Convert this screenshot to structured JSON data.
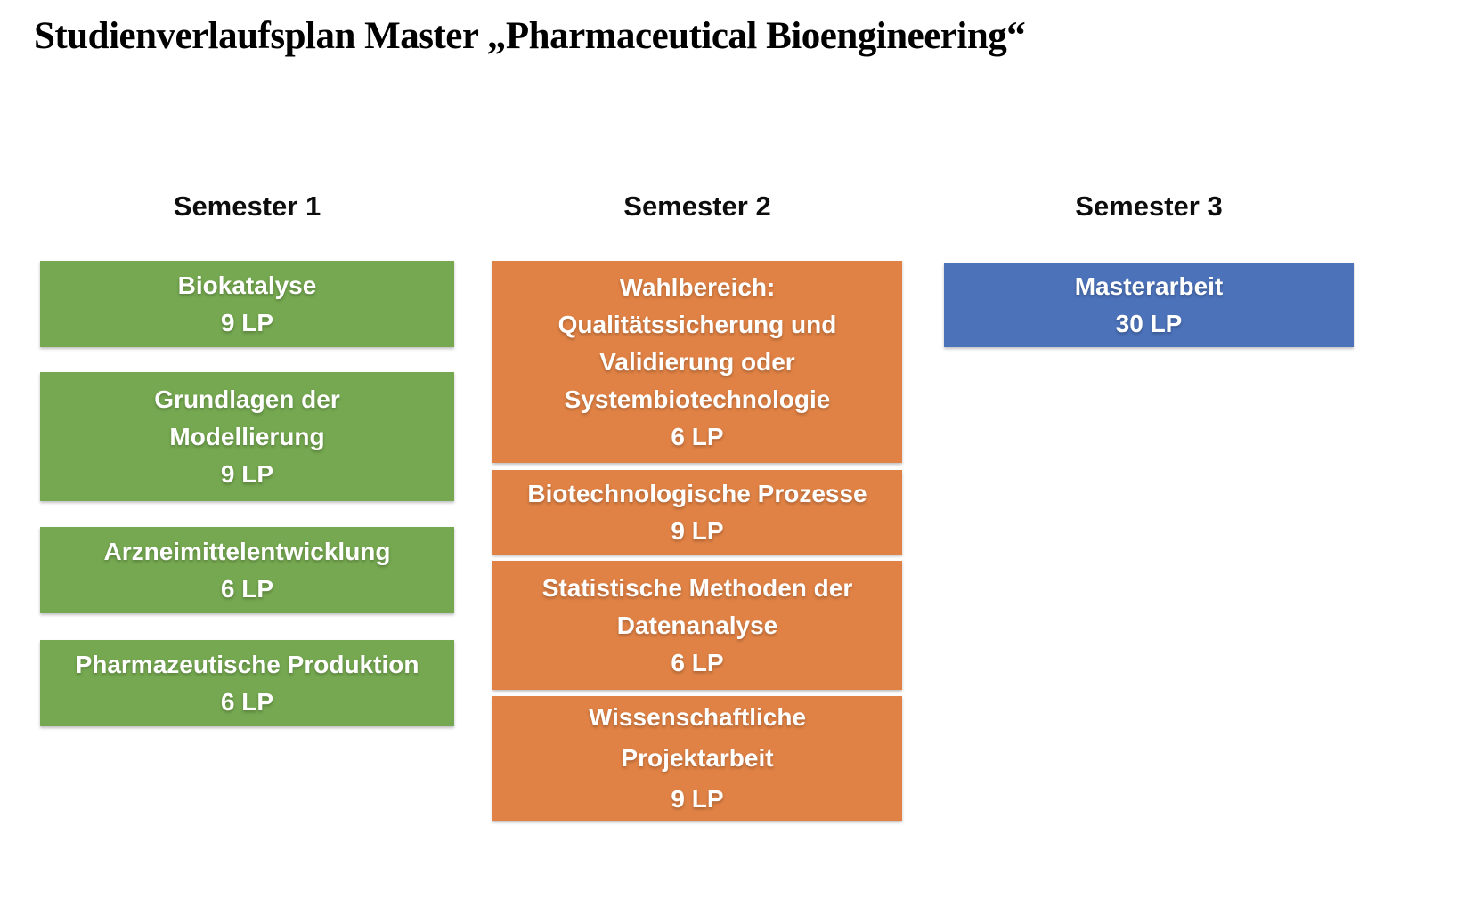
{
  "page": {
    "title": "Studienverlaufsplan Master „Pharmaceutical Bioengineering“"
  },
  "colors": {
    "semester1": "#75A850",
    "semester2": "#E08245",
    "semester3": "#4C72BA",
    "box_text": "#FFFFFF",
    "heading_text": "#000000"
  },
  "semesters": [
    {
      "label": "Semester 1",
      "courses": [
        {
          "title": "Biokatalyse",
          "credits": "9 LP"
        },
        {
          "title": "Grundlagen der\nModellierung",
          "credits": "9 LP"
        },
        {
          "title": "Arzneimittelentwicklung",
          "credits": "6 LP"
        },
        {
          "title": "Pharmazeutische Produktion",
          "credits": "6 LP"
        }
      ]
    },
    {
      "label": "Semester 2",
      "courses": [
        {
          "title": "Wahlbereich:\nQualitätssicherung und\nValidierung oder\nSystembiotechnologie",
          "credits": "6 LP"
        },
        {
          "title": "Biotechnologische Prozesse",
          "credits": "9 LP"
        },
        {
          "title": "Statistische Methoden der\nDatenanalyse",
          "credits": "6 LP"
        },
        {
          "title": "Wissenschaftliche\nProjektarbeit",
          "credits": "9 LP"
        }
      ]
    },
    {
      "label": "Semester 3",
      "courses": [
        {
          "title": "Masterarbeit",
          "credits": "30 LP"
        }
      ]
    }
  ]
}
